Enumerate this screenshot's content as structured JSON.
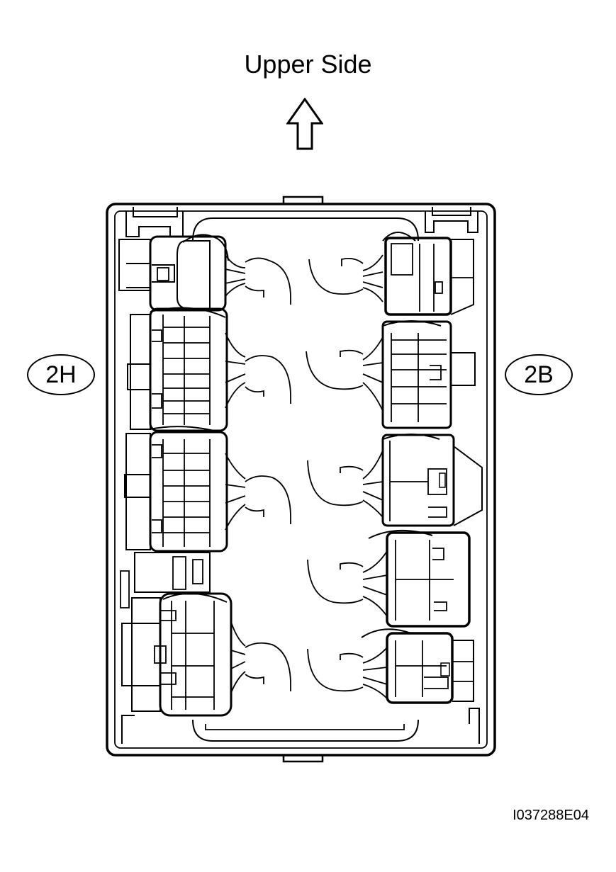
{
  "diagram": {
    "title": "Upper Side",
    "left_label": "2H",
    "right_label": "2B",
    "reference_code": "I037288E04"
  },
  "colors": {
    "line": "#000000",
    "background": "#ffffff"
  },
  "icons": {
    "direction": "up-arrow-icon"
  }
}
